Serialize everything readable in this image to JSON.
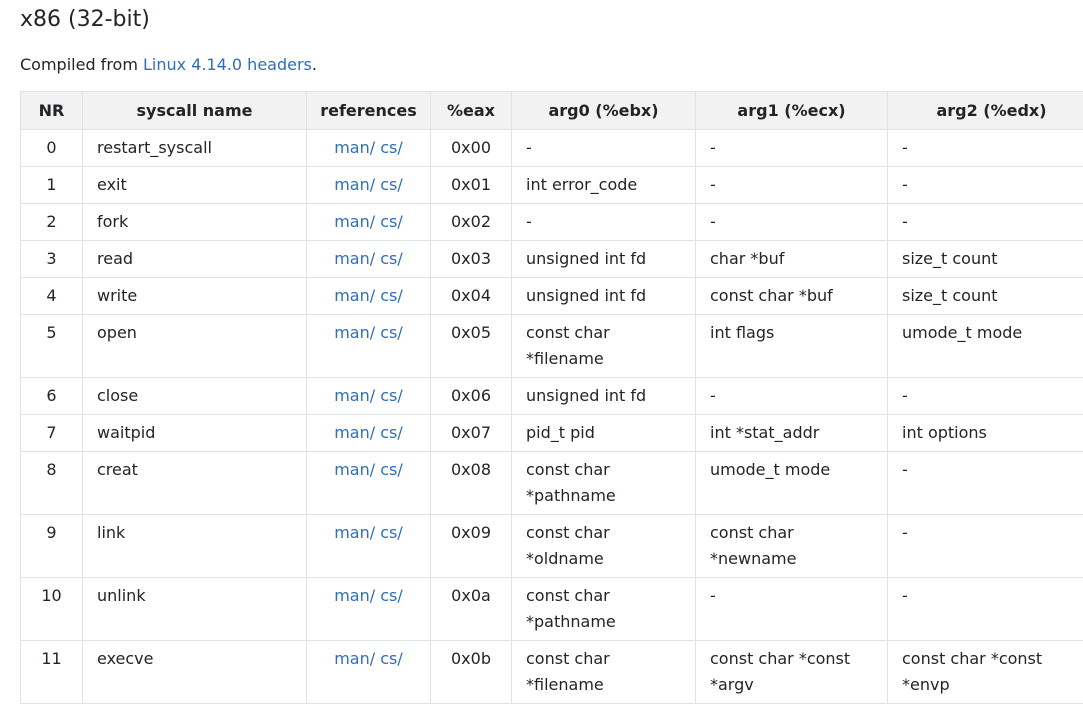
{
  "page": {
    "title": "x86 (32-bit)",
    "intro_prefix": "Compiled from ",
    "intro_link": "Linux 4.14.0 headers",
    "intro_suffix": "."
  },
  "colors": {
    "link": "#2f6fb7",
    "header_bg": "#f2f2f2",
    "border": "#dee2e6",
    "text": "#212529"
  },
  "table": {
    "headers": [
      "NR",
      "syscall name",
      "references",
      "%eax",
      "arg0 (%ebx)",
      "arg1 (%ecx)",
      "arg2 (%edx)"
    ],
    "ref_man": "man/",
    "ref_cs": "cs/",
    "rows": [
      {
        "nr": "0",
        "name": "restart_syscall",
        "eax": "0x00",
        "arg0": "-",
        "arg1": "-",
        "arg2": "-"
      },
      {
        "nr": "1",
        "name": "exit",
        "eax": "0x01",
        "arg0": "int error_code",
        "arg1": "-",
        "arg2": "-"
      },
      {
        "nr": "2",
        "name": "fork",
        "eax": "0x02",
        "arg0": "-",
        "arg1": "-",
        "arg2": "-"
      },
      {
        "nr": "3",
        "name": "read",
        "eax": "0x03",
        "arg0": "unsigned int fd",
        "arg1": "char *buf",
        "arg2": "size_t count"
      },
      {
        "nr": "4",
        "name": "write",
        "eax": "0x04",
        "arg0": "unsigned int fd",
        "arg1": "const char *buf",
        "arg2": "size_t count"
      },
      {
        "nr": "5",
        "name": "open",
        "eax": "0x05",
        "arg0": "const char *filename",
        "arg1": "int flags",
        "arg2": "umode_t mode"
      },
      {
        "nr": "6",
        "name": "close",
        "eax": "0x06",
        "arg0": "unsigned int fd",
        "arg1": "-",
        "arg2": "-"
      },
      {
        "nr": "7",
        "name": "waitpid",
        "eax": "0x07",
        "arg0": "pid_t pid",
        "arg1": "int *stat_addr",
        "arg2": "int options"
      },
      {
        "nr": "8",
        "name": "creat",
        "eax": "0x08",
        "arg0": "const char *pathname",
        "arg1": "umode_t mode",
        "arg2": "-"
      },
      {
        "nr": "9",
        "name": "link",
        "eax": "0x09",
        "arg0": "const char *oldname",
        "arg1": "const char *newname",
        "arg2": "-"
      },
      {
        "nr": "10",
        "name": "unlink",
        "eax": "0x0a",
        "arg0": "const char *pathname",
        "arg1": "-",
        "arg2": "-"
      },
      {
        "nr": "11",
        "name": "execve",
        "eax": "0x0b",
        "arg0": "const char *filename",
        "arg1": "const char *const *argv",
        "arg2": "const char *const *envp"
      }
    ]
  }
}
